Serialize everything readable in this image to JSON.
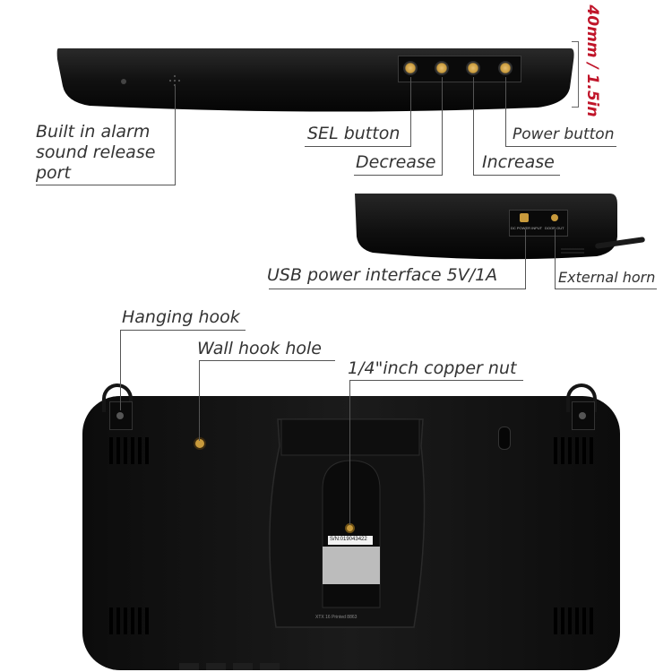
{
  "labels": {
    "alarm_port": [
      "Built in alarm",
      "sound release",
      "port"
    ],
    "sel_button": "SEL button",
    "decrease": "Decrease",
    "increase": "Increase",
    "power_button": "Power button",
    "dimension": "40mm / 1.5in",
    "usb_power": "USB power interface 5V/1A",
    "external_horn": "External horn",
    "hanging_hook": "Hanging hook",
    "wall_hook_hole": "Wall hook hole",
    "copper_nut": "1/4\"inch copper nut"
  },
  "ports": {
    "dc_input": "DC POWER INPUT",
    "horn_out": "DOOR OUT"
  },
  "sticker": {
    "serial": "S/N:019043422",
    "bottom_text": "XTX 16 Printed 8863"
  },
  "colors": {
    "device": "#141414",
    "accent_red": "#c0152a",
    "button_gold": "#c89a3c"
  }
}
